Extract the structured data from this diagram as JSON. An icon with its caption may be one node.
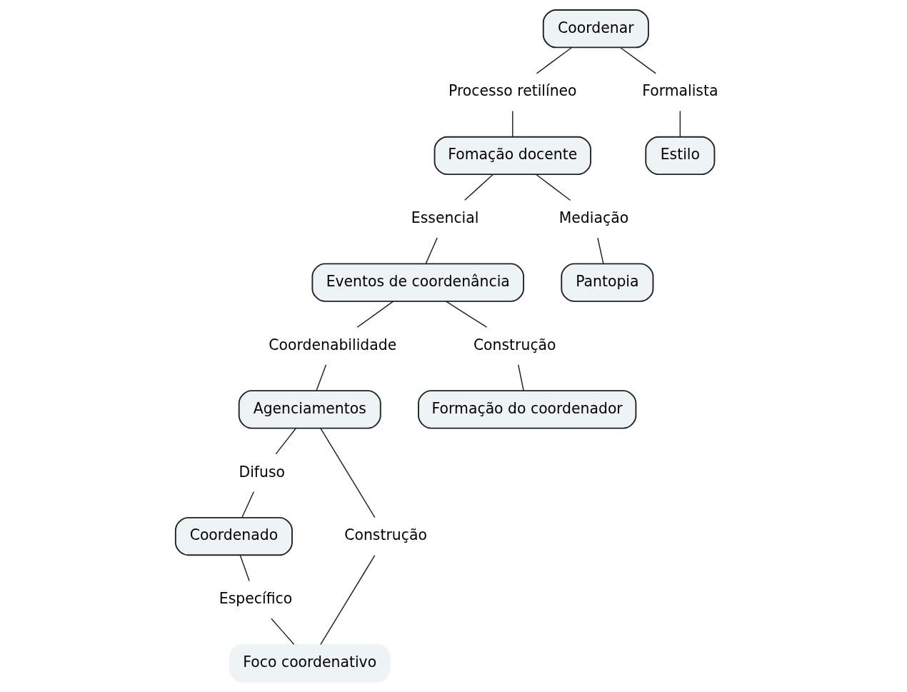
{
  "diagram": {
    "nodes": [
      {
        "text": [
          "Coordenar"
        ]
      },
      {
        "text": [
          "Processo retilíneo"
        ]
      },
      {
        "text": [
          "Formalista"
        ]
      },
      {
        "text": [
          "Fomação docente"
        ]
      },
      {
        "text": [
          "Estilo"
        ]
      },
      {
        "text": [
          "Essencial"
        ]
      },
      {
        "text": [
          "Mediação"
        ]
      },
      {
        "text": [
          "Coordenabilidade"
        ]
      },
      {
        "text": [
          "Eventos de coordenância"
        ]
      },
      {
        "text": [
          "Pantopia"
        ]
      },
      {
        "text": [
          "Agenciamentos"
        ]
      },
      {
        "text": [
          "Construção"
        ]
      },
      {
        "text": [
          "Formação do coordenador"
        ]
      },
      {
        "text": [
          "Difuso"
        ]
      },
      {
        "text": [
          "Construção"
        ]
      },
      {
        "text": [
          "Foco coordenativo"
        ]
      },
      {
        "text": [
          "Coordenado"
        ]
      },
      {
        "text": [
          "Específico"
        ]
      }
    ],
    "edges": [
      {
        "from": 0,
        "to": 1,
        "arrow": "none"
      },
      {
        "from": 1,
        "to": 3,
        "arrow": "none"
      },
      {
        "from": 0,
        "to": 2,
        "arrow": "none"
      },
      {
        "from": 2,
        "to": 4,
        "arrow": "none"
      },
      {
        "from": 3,
        "to": 5,
        "arrow": "none"
      },
      {
        "from": 5,
        "to": 8,
        "arrow": "none"
      },
      {
        "from": 3,
        "to": 6,
        "arrow": "none"
      },
      {
        "from": 6,
        "to": 9,
        "arrow": "none"
      },
      {
        "from": 8,
        "to": 7,
        "arrow": "none"
      },
      {
        "from": 7,
        "to": 10,
        "arrow": "none"
      },
      {
        "from": 8,
        "to": 11,
        "arrow": "none"
      },
      {
        "from": 11,
        "to": 12,
        "arrow": "none"
      },
      {
        "from": 10,
        "to": 13,
        "arrow": "none"
      },
      {
        "from": 13,
        "to": 16,
        "arrow": "none"
      },
      {
        "from": 10,
        "to": 14,
        "arrow": "none"
      },
      {
        "from": 14,
        "to": 15,
        "arrow": "none"
      },
      {
        "from": 16,
        "to": 17,
        "arrow": "none"
      },
      {
        "from": 17,
        "to": 15,
        "arrow": "none"
      }
    ]
  }
}
